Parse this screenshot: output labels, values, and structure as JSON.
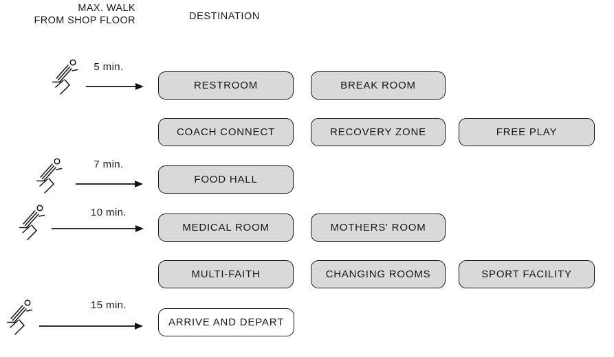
{
  "header": {
    "max_walk_line1": "MAX. WALK",
    "max_walk_line2": "FROM SHOP FLOOR",
    "destination": "DESTINATION"
  },
  "groups": [
    {
      "time": "5 min."
    },
    {
      "time": "7 min."
    },
    {
      "time": "10 min."
    },
    {
      "time": "15 min."
    }
  ],
  "boxes": [
    {
      "label": "RESTROOM"
    },
    {
      "label": "BREAK ROOM"
    },
    {
      "label": "COACH CONNECT"
    },
    {
      "label": "RECOVERY ZONE"
    },
    {
      "label": "FREE PLAY"
    },
    {
      "label": "FOOD HALL"
    },
    {
      "label": "MEDICAL ROOM"
    },
    {
      "label": "MOTHERS' ROOM"
    },
    {
      "label": "MULTI-FAITH"
    },
    {
      "label": "CHANGING ROOMS"
    },
    {
      "label": "SPORT FACILITY"
    },
    {
      "label": "ARRIVE AND DEPART"
    }
  ],
  "colors": {
    "box_fill": "#d9d9d9",
    "box_border": "#161616",
    "highlight_box_fill": "#ffffff",
    "text": "#1a1a1a",
    "arrow": "#111111"
  }
}
